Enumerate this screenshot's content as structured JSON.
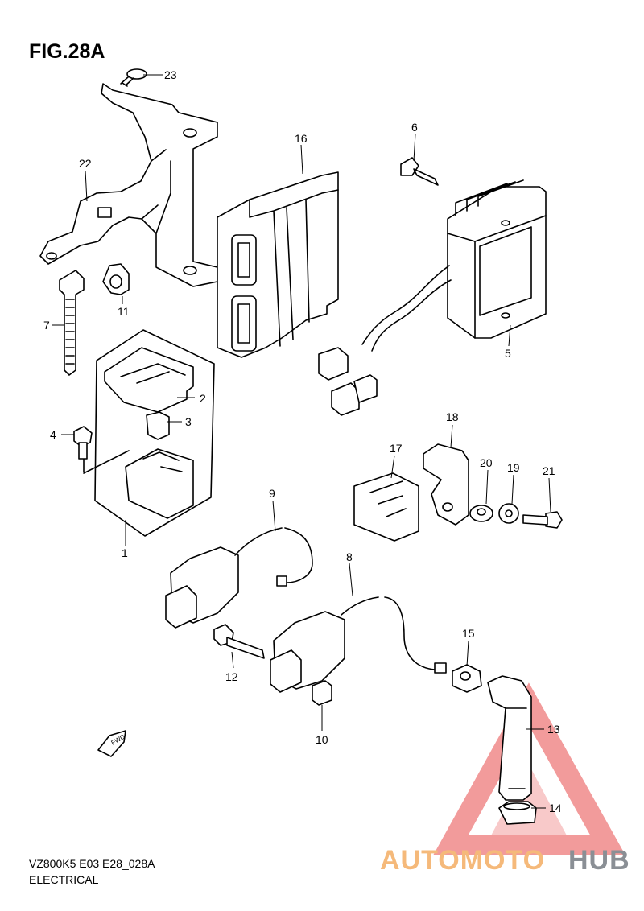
{
  "figure": {
    "title": "FIG.28A",
    "footer_model": "VZ800K5 E03 E28_028A",
    "footer_section": "ELECTRICAL"
  },
  "callouts": [
    {
      "id": "1",
      "label": "1"
    },
    {
      "id": "2",
      "label": "2"
    },
    {
      "id": "3",
      "label": "3"
    },
    {
      "id": "4",
      "label": "4"
    },
    {
      "id": "5",
      "label": "5"
    },
    {
      "id": "6",
      "label": "6"
    },
    {
      "id": "7",
      "label": "7"
    },
    {
      "id": "8",
      "label": "8"
    },
    {
      "id": "9",
      "label": "9"
    },
    {
      "id": "10",
      "label": "10"
    },
    {
      "id": "11",
      "label": "11"
    },
    {
      "id": "12",
      "label": "12"
    },
    {
      "id": "13",
      "label": "13"
    },
    {
      "id": "14",
      "label": "14"
    },
    {
      "id": "15",
      "label": "15"
    },
    {
      "id": "16",
      "label": "16"
    },
    {
      "id": "17",
      "label": "17"
    },
    {
      "id": "18",
      "label": "18"
    },
    {
      "id": "19",
      "label": "19"
    },
    {
      "id": "20",
      "label": "20"
    },
    {
      "id": "21",
      "label": "21"
    },
    {
      "id": "22",
      "label": "22"
    },
    {
      "id": "23",
      "label": "23"
    }
  ],
  "fwd_arrow_label": "FWD",
  "watermark": {
    "part1": "AUTOMOTO",
    "part2": "HUB",
    "colors": {
      "triangle": "#f08a8a",
      "text_left": "#f5b97a",
      "text_right": "#8a8f95"
    }
  }
}
